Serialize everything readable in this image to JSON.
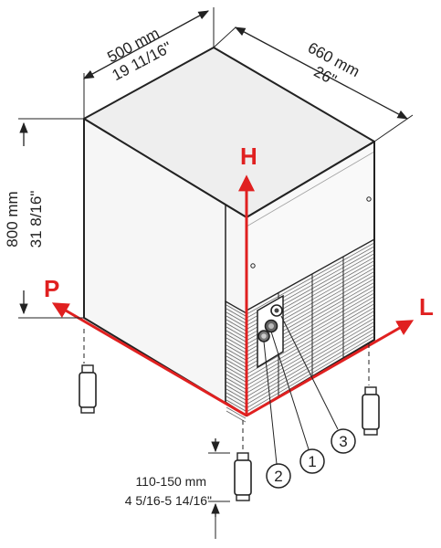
{
  "colors": {
    "axis": "#e02020",
    "outline": "#222222",
    "top_face": "#eeeeee",
    "left_face": "#f6f6f6",
    "right_face": "#f9f9f9",
    "grille": "#666666"
  },
  "dimensions": {
    "width_mm": "500 mm",
    "width_in": "19 11/16\"",
    "depth_mm": "660 mm",
    "depth_in": "26\"",
    "height_mm": "800 mm",
    "height_in": "31 8/16\"",
    "feet_mm": "110-150 mm",
    "feet_in": "4 5/16-5 14/16\""
  },
  "axes": {
    "h": "H",
    "p": "P",
    "l": "L"
  },
  "callouts": [
    "1",
    "2",
    "3"
  ],
  "icons": [
    "connector-fittings-icon",
    "adjustable-foot-icon",
    "dimension-arrow-icon"
  ]
}
